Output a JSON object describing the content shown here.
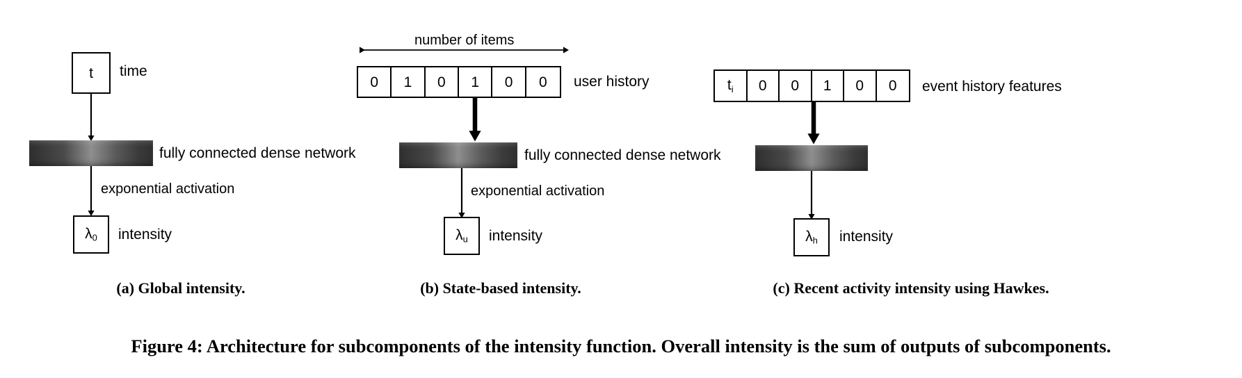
{
  "figure": {
    "caption": "Figure 4: Architecture for subcomponents of the intensity function. Overall intensity is the sum of outputs of subcomponents."
  },
  "panels": [
    {
      "id": "a",
      "subcaption": "(a) Global intensity.",
      "input_box": {
        "symbol": "t",
        "label": "time"
      },
      "dense_network_label": "fully connected dense network",
      "activation_label": "exponential activation",
      "output_box": {
        "symbol": "λ",
        "subscript": "0",
        "label": "intensity"
      }
    },
    {
      "id": "b",
      "subcaption": "(b) State-based intensity.",
      "dimension_label": "number of items",
      "vector": {
        "cells": [
          "0",
          "1",
          "0",
          "1",
          "0",
          "0"
        ],
        "label": "user history"
      },
      "dense_network_label": "fully connected dense network",
      "activation_label": "exponential activation",
      "output_box": {
        "symbol": "λ",
        "subscript": "u",
        "label": "intensity"
      }
    },
    {
      "id": "c",
      "subcaption": "(c) Recent activity intensity using Hawkes.",
      "vector": {
        "cells": [
          {
            "symbol": "t",
            "subscript": "i"
          },
          {
            "symbol": "0"
          },
          {
            "symbol": "0"
          },
          {
            "symbol": "1"
          },
          {
            "symbol": "0"
          },
          {
            "symbol": "0"
          }
        ],
        "label": "event history features"
      },
      "output_box": {
        "symbol": "λ",
        "subscript": "h",
        "label": "intensity"
      }
    }
  ],
  "colors": {
    "stroke": "#000000",
    "background": "#ffffff",
    "bar_dark": "#2f2f2f",
    "bar_light": "#8e8e8e"
  }
}
